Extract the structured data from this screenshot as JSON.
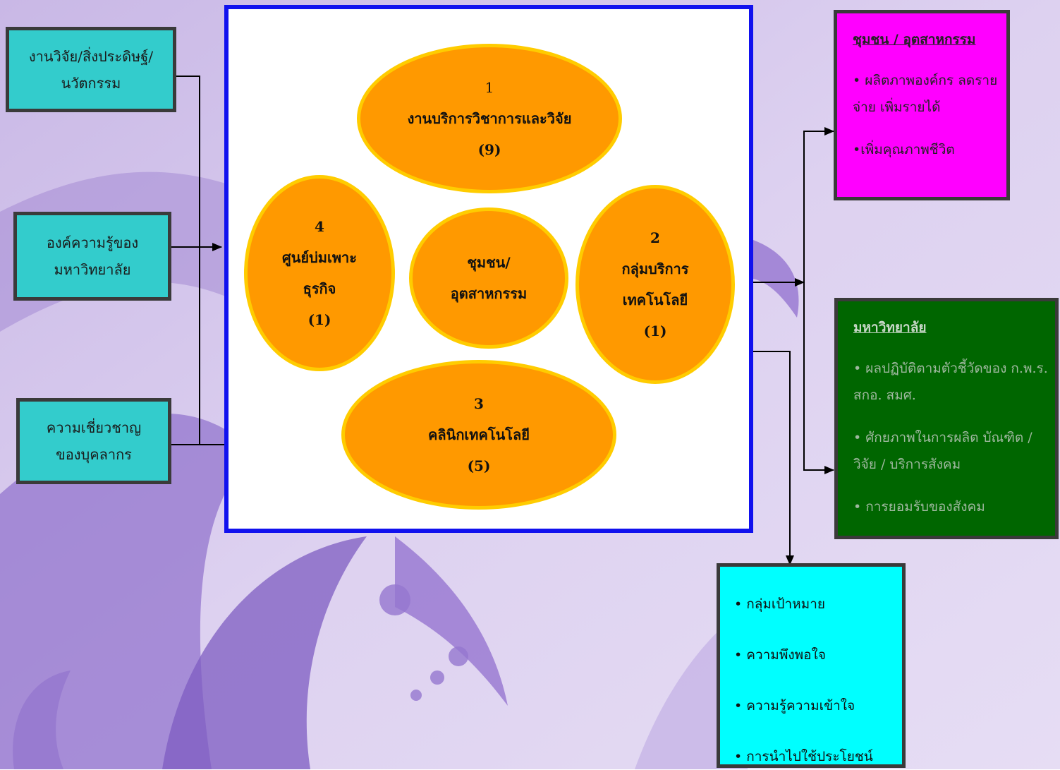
{
  "inputs": [
    {
      "line1": "งานวิจัย/สิ่งประดิษฐ์/",
      "line2": "นวัตกรรม"
    },
    {
      "line1": "องค์ความรู้ของ",
      "line2": "มหาวิทยาลัย"
    },
    {
      "line1": "ความเชี่ยวชาญ",
      "line2": "ของบุคลากร"
    }
  ],
  "center": {
    "top": {
      "number": "1",
      "label": "งานบริการวิชาการและวิจัย",
      "count": "(9)"
    },
    "right": {
      "number": "2",
      "label1": "กลุ่มบริการ",
      "label2": "เทคโนโลยี",
      "count": "(1)"
    },
    "bottom": {
      "number": "3",
      "label": "คลินิกเทคโนโลยี",
      "count": "(5)"
    },
    "left": {
      "number": "4",
      "label1": "ศูนย์บ่มเพาะ",
      "label2": "ธุรกิจ",
      "count": "(1)"
    },
    "middle": {
      "label1": "ชุมชน/",
      "label2": "อุตสาหกรรม"
    }
  },
  "outputs": {
    "community": {
      "heading": "ชุมชน / อุตสาหกรรม",
      "items": [
        "• ผลิตภาพองค์กร ลดรายจ่าย เพิ่มรายได้",
        "•เพิ่มคุณภาพชีวิต"
      ],
      "color": "#ff00ff"
    },
    "university": {
      "heading": "มหาวิทยาลัย",
      "items": [
        "• ผลปฏิบัติตามตัวชี้วัดของ ก.พ.ร. สกอ. สมศ.",
        "• ศักยภาพในการผลิต บัณฑิต / วิจัย / บริการสังคม",
        "• การยอมรับของสังคม"
      ],
      "color": "#006600"
    },
    "target": {
      "items": [
        "• กลุ่มเป้าหมาย",
        "• ความพึงพอใจ",
        "• ความรู้ความเข้าใจ",
        "• การนำไปใช้ประโยชน์"
      ],
      "color": "#00ffff"
    }
  },
  "colors": {
    "center_border": "#1111ee",
    "ellipse_fill": "#ff9900",
    "ellipse_border": "#ffcc00",
    "input_fill": "#33cccc"
  }
}
